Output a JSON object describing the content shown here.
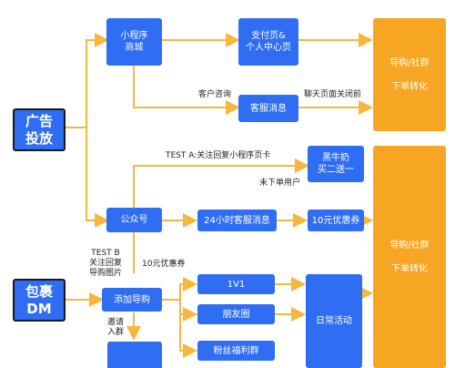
{
  "nodes": {
    "guanggao": [
      "广告",
      "投放"
    ],
    "baoguo": [
      "包裹",
      "DM"
    ],
    "xiaochengxu": [
      "小程序",
      "商城"
    ],
    "zhifuye": [
      "支付页&",
      "个人中心页"
    ],
    "kefu": "客服消息",
    "gongzhonghao": "公众号",
    "heiniunai": [
      "黑牛奶",
      "买二送一"
    ],
    "kefu24": "24小时客服消息",
    "youhuiquan": "10元优惠券",
    "tianjiadaogou": "添加导购",
    "v1": "1V1",
    "pengyouquan": "朋友圈",
    "fensi": "粉丝福利群",
    "richang": "日常活动",
    "bottom_partial": "",
    "orange1": [
      "导购/社群",
      "下单转化"
    ],
    "orange2": [
      "导购/社群",
      "下单转化"
    ]
  },
  "labels": {
    "kehu": "客户咨询",
    "liaotian": "聊天页面关闭前",
    "test_a": "TEST A:关注回复小程序页卡",
    "weixiadan": "未下单用户",
    "test_b": [
      "TEST B",
      "关注回复",
      "导购图片"
    ],
    "yuan10": "10元优惠券",
    "yaoqing": [
      "邀请",
      "入群"
    ]
  },
  "colors": {
    "blue": "#2f6df2",
    "orange": "#f6a623",
    "arrow": "#f6b73c"
  }
}
